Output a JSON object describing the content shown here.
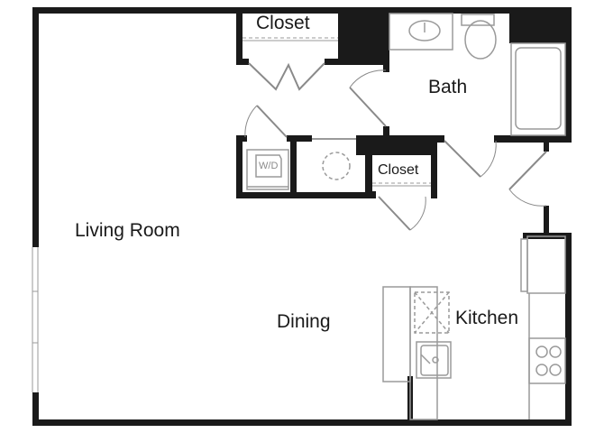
{
  "floorplan": {
    "rooms": [
      {
        "name": "closet-top",
        "label": "Closet"
      },
      {
        "name": "bath",
        "label": "Bath"
      },
      {
        "name": "closet-small",
        "label": "Closet"
      },
      {
        "name": "living-room",
        "label": "Living Room"
      },
      {
        "name": "dining",
        "label": "Dining"
      },
      {
        "name": "kitchen",
        "label": "Kitchen"
      }
    ],
    "fixtures": {
      "washer_dryer": "W/D"
    },
    "colors": {
      "wall": "#1a1a1a",
      "fixture": "#9a9a9a",
      "background": "#ffffff"
    }
  }
}
